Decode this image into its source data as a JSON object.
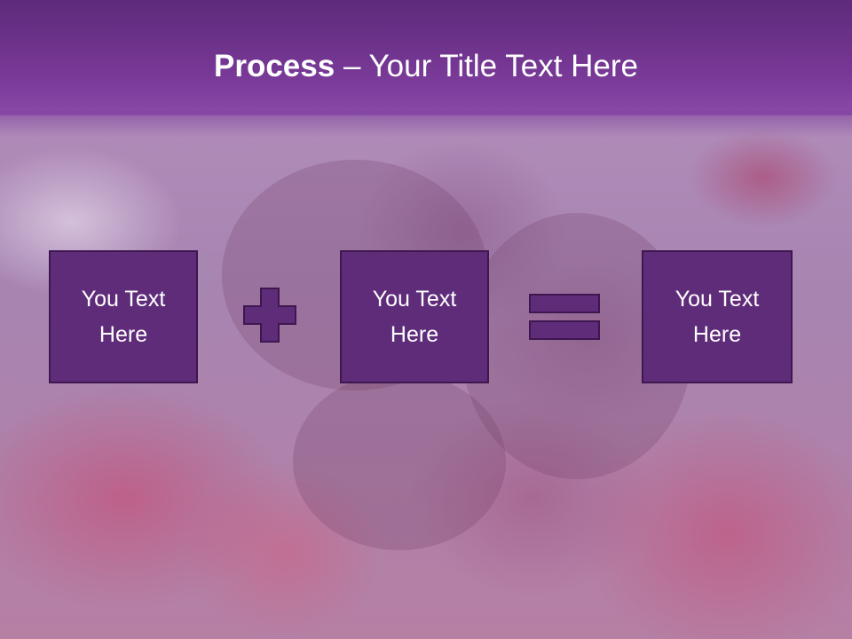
{
  "slide": {
    "title_bold": "Process",
    "title_rest": " – Your Title Text Here"
  },
  "boxes": [
    {
      "label": "You Text Here"
    },
    {
      "label": "You Text Here"
    },
    {
      "label": "You Text Here"
    }
  ],
  "icons": {
    "operator_1": "plus-icon",
    "operator_2": "equals-icon"
  },
  "colors": {
    "header": "#6b3189",
    "box_fill": "#5f2c7a",
    "box_border": "#3e1650",
    "text": "#ffffff"
  }
}
